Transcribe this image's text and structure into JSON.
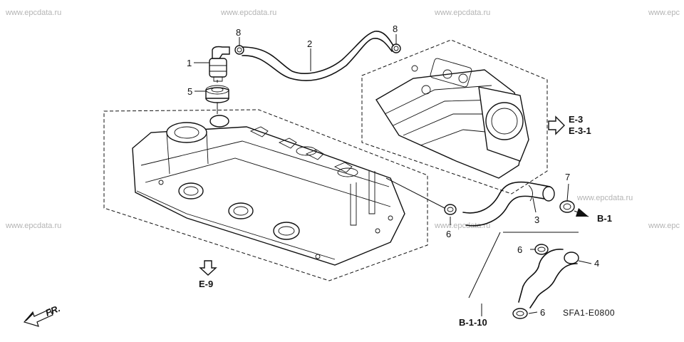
{
  "watermark": "www.epcdata.ru",
  "watermark_partial": "www.epc",
  "callouts": {
    "c1": "1",
    "c2": "2",
    "c3": "3",
    "c4": "4",
    "c5": "5",
    "c6a": "6",
    "c6b": "6",
    "c6c": "6",
    "c7": "7",
    "c8a": "8",
    "c8b": "8"
  },
  "references": {
    "e3": "E-3",
    "e31": "E-3-1",
    "e9": "E-9",
    "b1": "B-1",
    "b110": "B-1-10"
  },
  "direction_label": "FR.",
  "diagram_code": "SFA1-E0800"
}
